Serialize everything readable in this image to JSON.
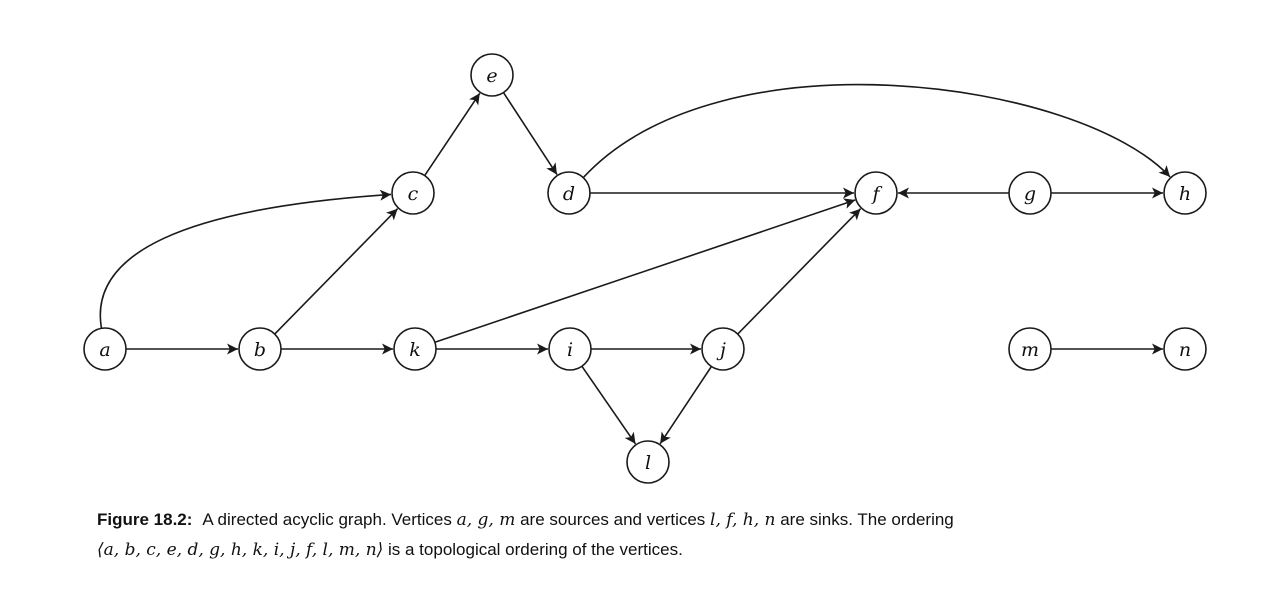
{
  "figure": {
    "nodes": [
      {
        "id": "a",
        "label": "a"
      },
      {
        "id": "b",
        "label": "b"
      },
      {
        "id": "c",
        "label": "c"
      },
      {
        "id": "e",
        "label": "e"
      },
      {
        "id": "d",
        "label": "d"
      },
      {
        "id": "f",
        "label": "f"
      },
      {
        "id": "g",
        "label": "g"
      },
      {
        "id": "h",
        "label": "h"
      },
      {
        "id": "k",
        "label": "k"
      },
      {
        "id": "i",
        "label": "i"
      },
      {
        "id": "j",
        "label": "j"
      },
      {
        "id": "l",
        "label": "l"
      },
      {
        "id": "m",
        "label": "m"
      },
      {
        "id": "n",
        "label": "n"
      }
    ],
    "edges": [
      {
        "from": "a",
        "to": "b"
      },
      {
        "from": "a",
        "to": "c"
      },
      {
        "from": "b",
        "to": "c"
      },
      {
        "from": "b",
        "to": "k"
      },
      {
        "from": "c",
        "to": "e"
      },
      {
        "from": "e",
        "to": "d"
      },
      {
        "from": "d",
        "to": "f"
      },
      {
        "from": "d",
        "to": "h"
      },
      {
        "from": "g",
        "to": "f"
      },
      {
        "from": "g",
        "to": "h"
      },
      {
        "from": "k",
        "to": "i"
      },
      {
        "from": "k",
        "to": "f"
      },
      {
        "from": "i",
        "to": "j"
      },
      {
        "from": "i",
        "to": "l"
      },
      {
        "from": "j",
        "to": "l"
      },
      {
        "from": "j",
        "to": "f"
      },
      {
        "from": "m",
        "to": "n"
      }
    ]
  },
  "caption": {
    "label": "Figure 18.2:",
    "text1": "A directed acyclic graph.  Vertices ",
    "sources": "a, g, m",
    "text2": " are sources and vertices ",
    "sinks": "l, f, h, n",
    "text3": " are sinks.  The ordering",
    "ordering": "⟨a, b, c, e, d, g, h, k, i, j, f, l, m, n⟩",
    "text4": " is a topological ordering of the vertices."
  }
}
